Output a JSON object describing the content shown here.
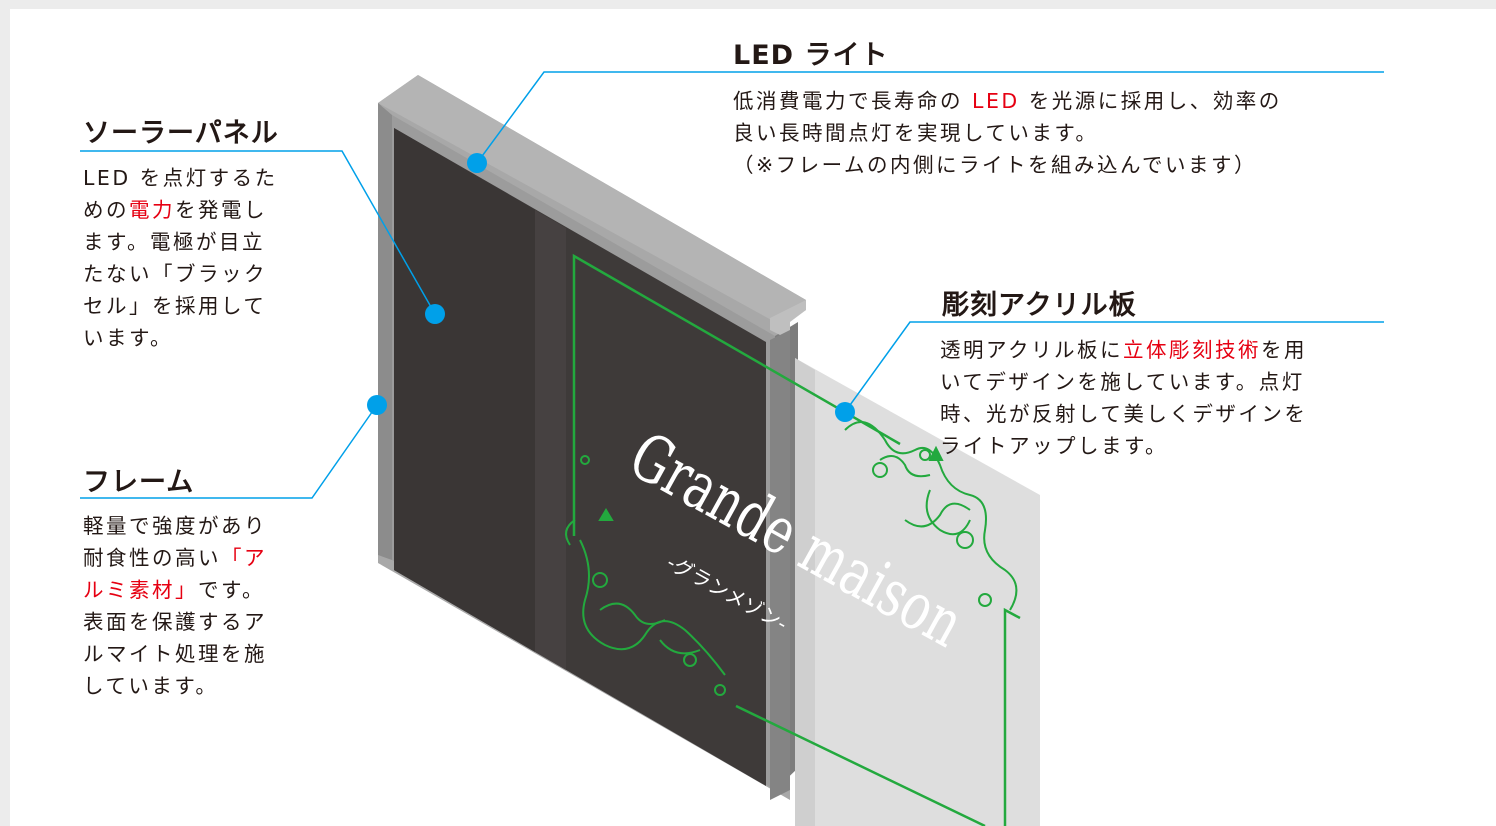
{
  "colors": {
    "accent": "#e60012",
    "leader": "#00a0e9",
    "frame": "#9c9c9c",
    "panel": "#3e3a39",
    "acrylic": "#dcdcdc",
    "engraving": "#23a93e"
  },
  "solar_panel": {
    "title": "ソーラーパネル",
    "lines": [
      [
        {
          "t": "LED を点灯するた"
        }
      ],
      [
        {
          "t": "めの"
        },
        {
          "t": "電力",
          "accent": true
        },
        {
          "t": "を発電し"
        }
      ],
      [
        {
          "t": "ます。電極が目立"
        }
      ],
      [
        {
          "t": "たない「ブラック"
        }
      ],
      [
        {
          "t": "セル」を採用して"
        }
      ],
      [
        {
          "t": "います。"
        }
      ]
    ]
  },
  "frame": {
    "title": "フレーム",
    "lines": [
      [
        {
          "t": "軽量で強度があり"
        }
      ],
      [
        {
          "t": "耐食性の高い"
        },
        {
          "t": "「ア",
          "accent": true
        }
      ],
      [
        {
          "t": "ルミ素材」",
          "accent": true
        },
        {
          "t": "です。"
        }
      ],
      [
        {
          "t": "表面を保護するア"
        }
      ],
      [
        {
          "t": "ルマイト処理を施"
        }
      ],
      [
        {
          "t": "しています。"
        }
      ]
    ]
  },
  "led_light": {
    "title": "LED ライト",
    "lines": [
      [
        {
          "t": "低消費電力で長寿命の "
        },
        {
          "t": "LED",
          "accent": true
        },
        {
          "t": " を光源に採用し、効率の"
        }
      ],
      [
        {
          "t": "良い長時間点灯を実現しています。"
        }
      ],
      [
        {
          "t": "（※フレームの内側にライトを組み込んでいます）"
        }
      ]
    ]
  },
  "acrylic": {
    "title": "彫刻アクリル板",
    "lines": [
      [
        {
          "t": "透明アクリル板に"
        },
        {
          "t": "立体彫刻技術",
          "accent": true
        },
        {
          "t": "を用"
        }
      ],
      [
        {
          "t": "いてデザインを施しています。点灯"
        }
      ],
      [
        {
          "t": "時、光が反射して美しくデザインを"
        }
      ],
      [
        {
          "t": "ライトアップします。"
        }
      ]
    ]
  },
  "sign_text": {
    "name": "Grande maison",
    "sub": "-グランメゾン-"
  },
  "icons": [
    "leader-dot-icon",
    "flourish-icon"
  ]
}
